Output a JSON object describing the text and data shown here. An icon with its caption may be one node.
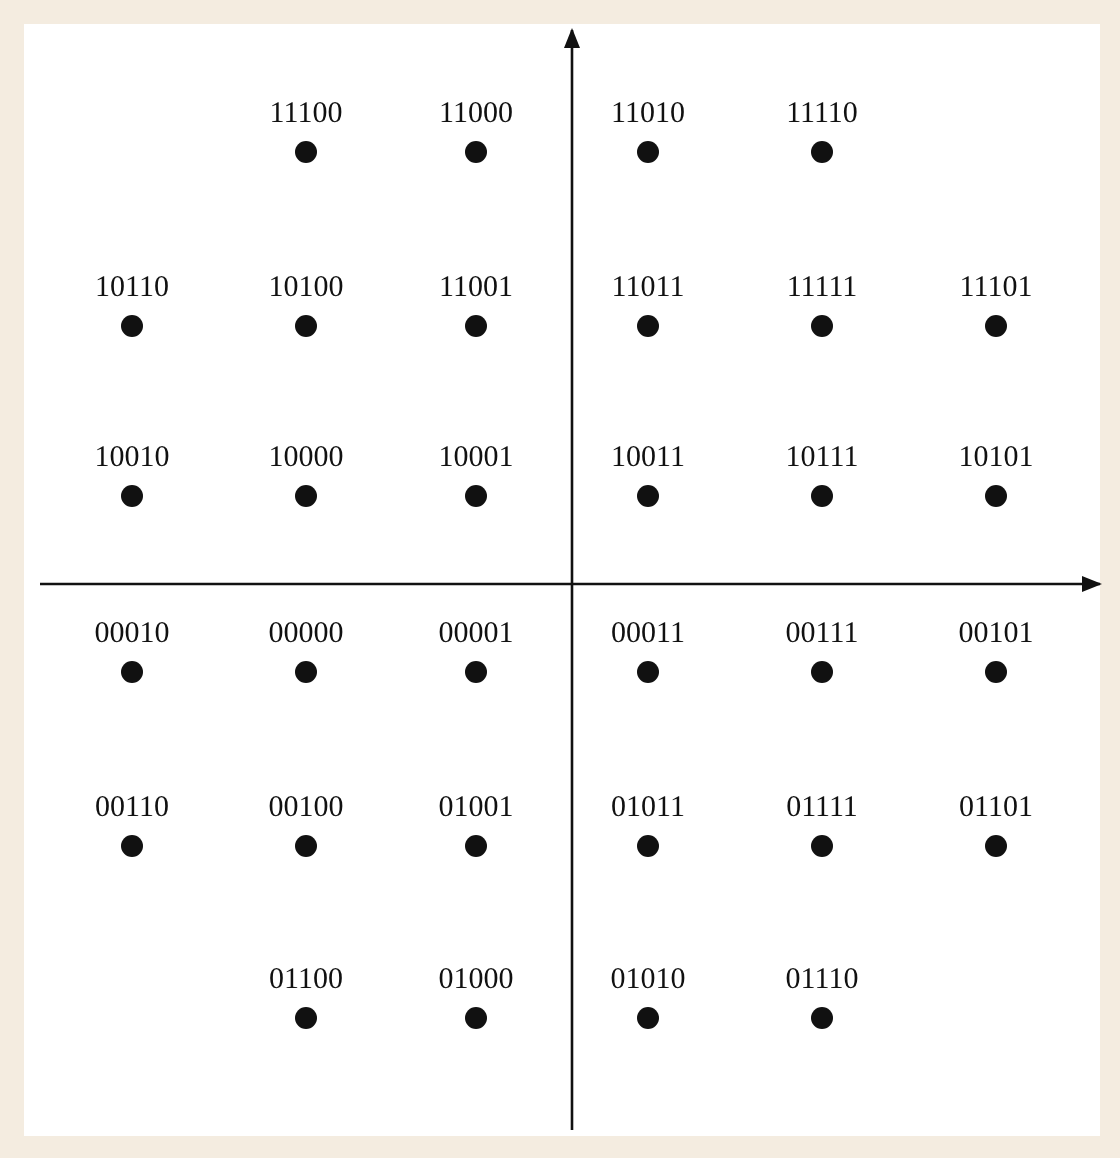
{
  "diagram": {
    "labels": [
      "11100",
      "11000",
      "11010",
      "11110",
      "10110",
      "10100",
      "11001",
      "11011",
      "11111",
      "11101",
      "10010",
      "10000",
      "10001",
      "10011",
      "10111",
      "10101",
      "00010",
      "00000",
      "00001",
      "00011",
      "00111",
      "00101",
      "00110",
      "00100",
      "01001",
      "01011",
      "01111",
      "01101",
      "01100",
      "01000",
      "01010",
      "01110"
    ]
  }
}
